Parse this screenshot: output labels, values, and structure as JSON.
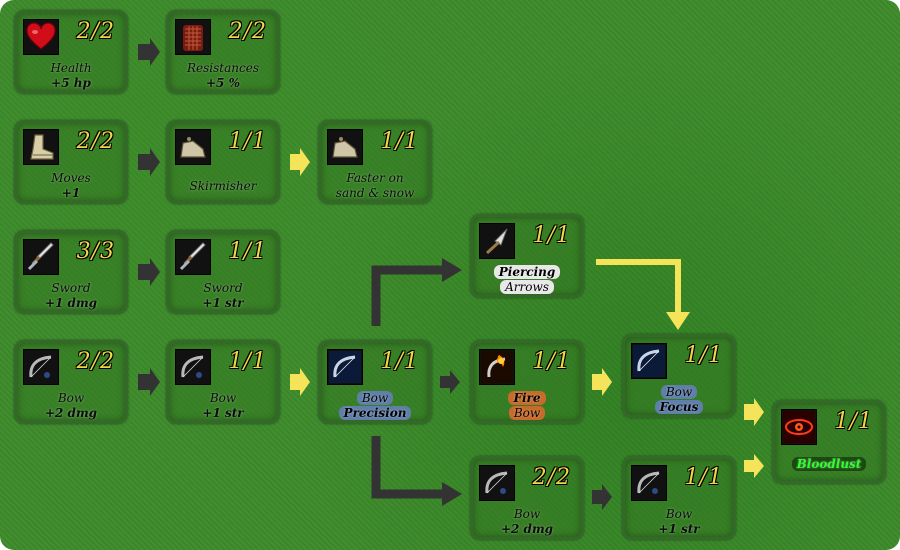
{
  "skill_tree": {
    "health": {
      "name": "Health",
      "value_label": "+5 hp",
      "count": "2/2",
      "icon": "heart-icon"
    },
    "resistances": {
      "name": "Resistances",
      "value_label": "+5 %",
      "count": "2/2",
      "icon": "chainmail-icon"
    },
    "moves": {
      "name": "Moves",
      "value_label": "+1",
      "count": "2/2",
      "icon": "boot-icon"
    },
    "skirmisher": {
      "name": "Skirmisher",
      "count": "1/1",
      "icon": "boot-icon"
    },
    "faster": {
      "name": "Faster on",
      "name2": "sand & snow",
      "count": "1/1",
      "icon": "boot-icon"
    },
    "sword1": {
      "name": "Sword",
      "value_label": "+1 dmg",
      "count": "3/3",
      "icon": "sword-icon"
    },
    "sword2": {
      "name": "Sword",
      "value_label": "+1 str",
      "count": "1/1",
      "icon": "sword-icon"
    },
    "bow1": {
      "name": "Bow",
      "value_label": "+2 dmg",
      "count": "2/2",
      "icon": "bow-icon"
    },
    "bow2": {
      "name": "Bow",
      "value_label": "+1 str",
      "count": "1/1",
      "icon": "bow-icon"
    },
    "precision": {
      "name": "Bow",
      "name2": "Precision",
      "count": "1/1",
      "icon": "bow-icon"
    },
    "piercing": {
      "name": "Piercing",
      "name2": "Arrows",
      "count": "1/1",
      "icon": "arrowhead-icon"
    },
    "fire": {
      "name": "Fire",
      "name2": "Bow",
      "count": "1/1",
      "icon": "fire-bow-icon"
    },
    "focus": {
      "name": "Bow",
      "name2": "Focus",
      "count": "1/1",
      "icon": "bow-icon"
    },
    "bow3": {
      "name": "Bow",
      "value_label": "+2 dmg",
      "count": "2/2",
      "icon": "bow-icon"
    },
    "bow4": {
      "name": "Bow",
      "value_label": "+1 str",
      "count": "1/1",
      "icon": "bow-icon"
    },
    "bloodlust": {
      "name": "Bloodlust",
      "count": "1/1",
      "icon": "red-eye-icon"
    }
  },
  "colors": {
    "arrow_dark": "#333333",
    "arrow_yellow": "#f5e35a",
    "count_text": "#f2d54a"
  }
}
